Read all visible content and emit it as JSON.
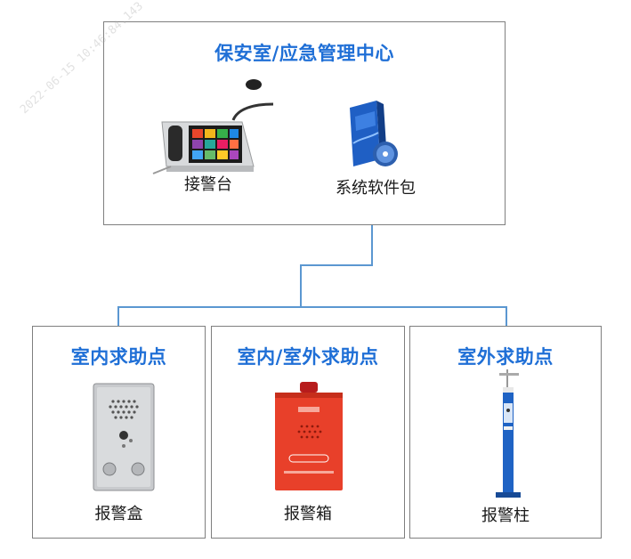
{
  "colors": {
    "title": "#1f6fd6",
    "connector": "#5b97d1",
    "border": "#7f7f7f"
  },
  "control_center": {
    "title": "保安室/应急管理中心",
    "devices": [
      {
        "label": "接警台",
        "icon": "alarm-console-icon"
      },
      {
        "label": "系统软件包",
        "icon": "software-package-icon"
      }
    ]
  },
  "help_points": [
    {
      "title": "室内求助点",
      "device_label": "报警盒",
      "icon": "alarm-box-icon"
    },
    {
      "title": "室内/室外求助点",
      "device_label": "报警箱",
      "icon": "alarm-cabinet-icon"
    },
    {
      "title": "室外求助点",
      "device_label": "报警柱",
      "icon": "alarm-pillar-icon"
    }
  ],
  "watermark": {
    "text": "2022-06-15 10:46:84.143"
  }
}
